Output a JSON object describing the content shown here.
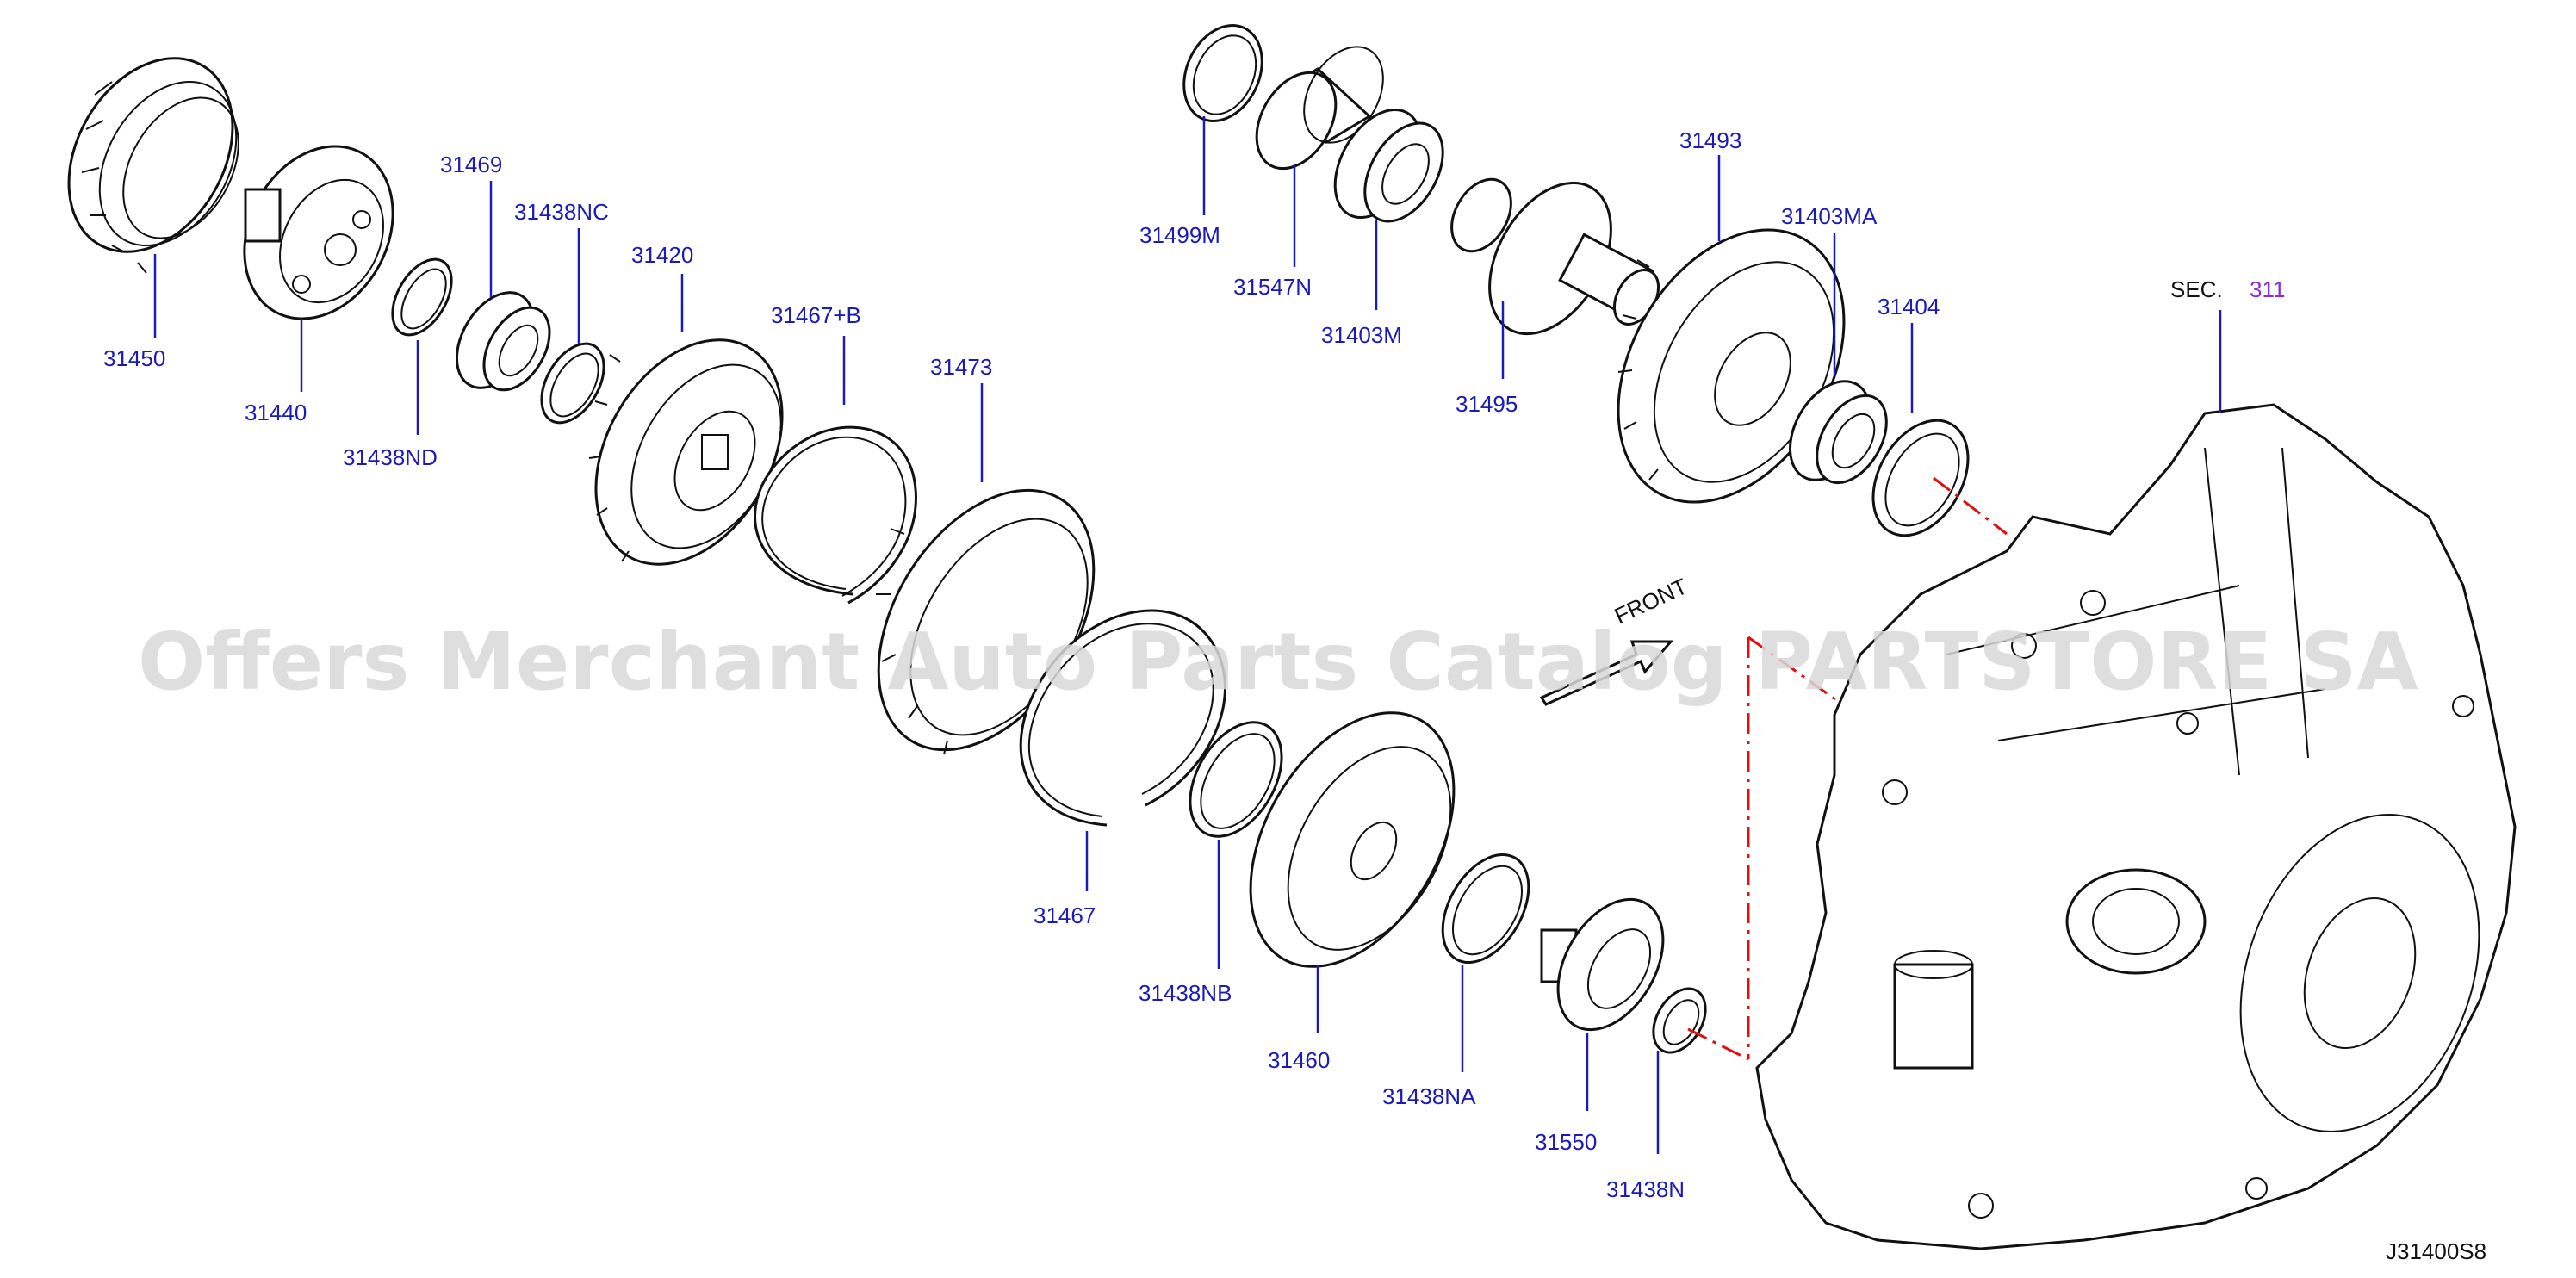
{
  "diagram": {
    "drawing_code": "J31400S8",
    "section_ref": {
      "prefix": "SEC.",
      "number": "311"
    },
    "direction_label": "FRONT",
    "watermark": "Offers Merchant Auto Parts Catalog PARTSTORE SA",
    "part_labels": [
      {
        "id": "31450",
        "text": "31450"
      },
      {
        "id": "31440",
        "text": "31440"
      },
      {
        "id": "31438ND",
        "text": "31438ND"
      },
      {
        "id": "31469",
        "text": "31469"
      },
      {
        "id": "31438NC",
        "text": "31438NC"
      },
      {
        "id": "31420",
        "text": "31420"
      },
      {
        "id": "31467B",
        "text": "31467+B"
      },
      {
        "id": "31473",
        "text": "31473"
      },
      {
        "id": "31467",
        "text": "31467"
      },
      {
        "id": "31438NB",
        "text": "31438NB"
      },
      {
        "id": "31460",
        "text": "31460"
      },
      {
        "id": "31438NA",
        "text": "31438NA"
      },
      {
        "id": "31550",
        "text": "31550"
      },
      {
        "id": "31438N",
        "text": "31438N"
      },
      {
        "id": "31499M",
        "text": "31499M"
      },
      {
        "id": "31547N",
        "text": "31547N"
      },
      {
        "id": "31403M",
        "text": "31403M"
      },
      {
        "id": "31495",
        "text": "31495"
      },
      {
        "id": "31493",
        "text": "31493"
      },
      {
        "id": "31403MA",
        "text": "31403MA"
      },
      {
        "id": "31404",
        "text": "31404"
      }
    ]
  }
}
